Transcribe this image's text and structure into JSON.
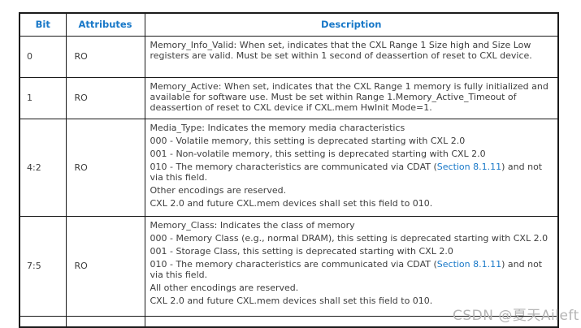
{
  "colors": {
    "background": "#ffffff",
    "border": "#1a1a1a",
    "header_blue": "#1878c8",
    "link_blue": "#1878c8",
    "body_text": "#3d3d3d",
    "watermark_gray": "#b5b5b5"
  },
  "watermark": {
    "text": "CSDN @夏天Aileft"
  },
  "table": {
    "headers": [
      "Bit",
      "Attributes",
      "Description"
    ],
    "rows": [
      {
        "bit": "0",
        "attributes": "RO",
        "description": [
          [
            {
              "t": "Memory_Info_Valid: When set, indicates that the CXL Range 1 Size high and Size Low registers are valid. Must be set within 1 second of deassertion of reset to CXL device."
            }
          ]
        ]
      },
      {
        "bit": "1",
        "attributes": "RO",
        "description": [
          [
            {
              "t": "Memory_Active: When set, indicates that the CXL Range 1 memory is fully initialized and available for software use. Must be set within Range 1.Memory_Active_Timeout of deassertion of reset to CXL device if CXL.mem HwInit Mode=1."
            }
          ]
        ]
      },
      {
        "bit": "4:2",
        "attributes": "RO",
        "description": [
          [
            {
              "t": "Media_Type: Indicates the memory media characteristics"
            }
          ],
          [
            {
              "t": "000 - Volatile memory, this setting is deprecated starting with CXL 2.0"
            }
          ],
          [
            {
              "t": "001 - Non-volatile memory, this setting is deprecated starting with CXL 2.0"
            }
          ],
          [
            {
              "t": "010 - The memory characteristics are communicated via CDAT ("
            },
            {
              "t": "Section 8.1.11",
              "link": true
            },
            {
              "t": ") and not via this field."
            }
          ],
          [
            {
              "t": "Other encodings are reserved."
            }
          ],
          [
            {
              "t": "CXL 2.0 and future CXL.mem devices shall set this field to 010."
            }
          ]
        ]
      },
      {
        "bit": "7:5",
        "attributes": "RO",
        "description": [
          [
            {
              "t": "Memory_Class: Indicates the class of memory"
            }
          ],
          [
            {
              "t": "000 - Memory Class (e.g., normal DRAM), this setting is deprecated starting with CXL 2.0"
            }
          ],
          [
            {
              "t": "001 - Storage Class, this setting is deprecated starting with CXL 2.0"
            }
          ],
          [
            {
              "t": "010 - The memory characteristics are communicated via CDAT ("
            },
            {
              "t": "Section 8.1.11",
              "link": true
            },
            {
              "t": ") and not via this field."
            }
          ],
          [
            {
              "t": "All other encodings are reserved."
            }
          ],
          [
            {
              "t": "CXL 2.0 and future CXL.mem devices shall set this field to 010."
            }
          ]
        ]
      },
      {
        "bit": "",
        "attributes": "",
        "description": []
      }
    ]
  }
}
